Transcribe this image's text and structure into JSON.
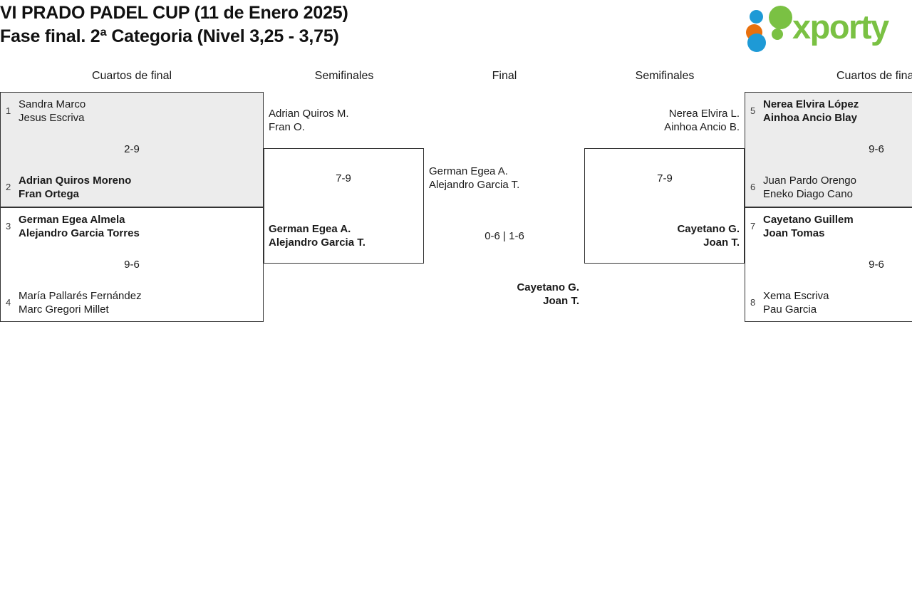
{
  "header": {
    "title_line1": "VI PRADO PADEL CUP (11 de Enero 2025)",
    "title_line2": "Fase final. 2ª Categoria (Nivel 3,25 - 3,75)",
    "brand": "xporty"
  },
  "rounds": [
    {
      "key": "qf_left",
      "label": "Cuartos de final"
    },
    {
      "key": "sf_left",
      "label": "Semifinales"
    },
    {
      "key": "final",
      "label": "Final"
    },
    {
      "key": "sf_right",
      "label": "Semifinales"
    },
    {
      "key": "qf_right",
      "label": "Cuartos de final"
    }
  ],
  "quarterfinals_left": [
    {
      "score": "2-9",
      "top": {
        "seed": "1",
        "line1": "Sandra Marco",
        "line2": "Jesus Escriva",
        "winner": false
      },
      "bottom": {
        "seed": "2",
        "line1": "Adrian Quiros Moreno",
        "line2": "Fran Ortega",
        "winner": true
      }
    },
    {
      "score": "9-6",
      "top": {
        "seed": "3",
        "line1": "German Egea Almela",
        "line2": "Alejandro Garcia Torres",
        "winner": true
      },
      "bottom": {
        "seed": "4",
        "line1": "María Pallarés Fernández",
        "line2": "Marc Gregori Millet",
        "winner": false
      }
    }
  ],
  "quarterfinals_right": [
    {
      "score": "9-6",
      "top": {
        "seed": "5",
        "line1": "Nerea Elvira López",
        "line2": "Ainhoa Ancio Blay",
        "winner": true
      },
      "bottom": {
        "seed": "6",
        "line1": "Juan Pardo Orengo",
        "line2": "Eneko Diago Cano",
        "winner": false
      }
    },
    {
      "score": "9-6",
      "top": {
        "seed": "7",
        "line1": "Cayetano Guillem",
        "line2": "Joan Tomas",
        "winner": true
      },
      "bottom": {
        "seed": "8",
        "line1": "Xema Escriva",
        "line2": "Pau Garcia",
        "winner": false
      }
    }
  ],
  "semifinal_left": {
    "score": "7-9",
    "top": {
      "line1": "Adrian Quiros M.",
      "line2": "Fran O.",
      "winner": false
    },
    "bottom": {
      "line1": "German Egea A.",
      "line2": "Alejandro Garcia T.",
      "winner": true
    }
  },
  "semifinal_right": {
    "score": "7-9",
    "top": {
      "line1": "Nerea Elvira L.",
      "line2": "Ainhoa Ancio B.",
      "winner": false
    },
    "bottom": {
      "line1": "Cayetano G.",
      "line2": "Joan T.",
      "winner": true
    }
  },
  "final": {
    "score": "0-6 | 1-6",
    "top": {
      "line1": "German Egea A.",
      "line2": "Alejandro Garcia T.",
      "winner": false
    },
    "bottom": {
      "line1": "Cayetano G.",
      "line2": "Joan T.",
      "winner": true
    }
  },
  "colors": {
    "brand_green": "#7ac143",
    "brand_blue": "#1e9ad6",
    "brand_orange": "#e8700d",
    "box_shaded": "#ececec",
    "box_border": "#333333"
  }
}
